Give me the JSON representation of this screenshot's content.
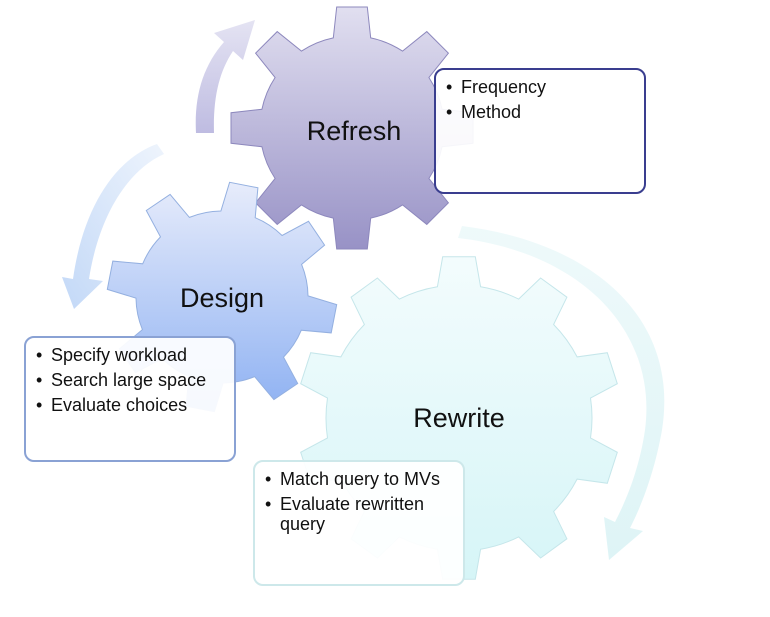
{
  "diagram": {
    "gears": [
      {
        "id": "refresh",
        "label": "Refresh",
        "fill_top": "#e1dff0",
        "fill_bottom": "#9892c6",
        "stroke": "#8d88bd",
        "bullets": [
          "Frequency",
          "Method"
        ]
      },
      {
        "id": "design",
        "label": "Design",
        "fill_top": "#e7ecfb",
        "fill_bottom": "#8eb1f2",
        "stroke": "#94b0e0",
        "bullets": [
          "Specify workload",
          "Search large space",
          "Evaluate choices"
        ]
      },
      {
        "id": "rewrite",
        "label": "Rewrite",
        "fill_top": "#f3fcfd",
        "fill_bottom": "#d6f5f7",
        "stroke": "#c5e6ea",
        "bullets": [
          "Match query to MVs",
          "Evaluate rewritten query"
        ]
      }
    ],
    "arrow_colors": {
      "refresh": "#b3b0dc",
      "design": "#bcd4f6",
      "rewrite": "#def4f6"
    }
  }
}
